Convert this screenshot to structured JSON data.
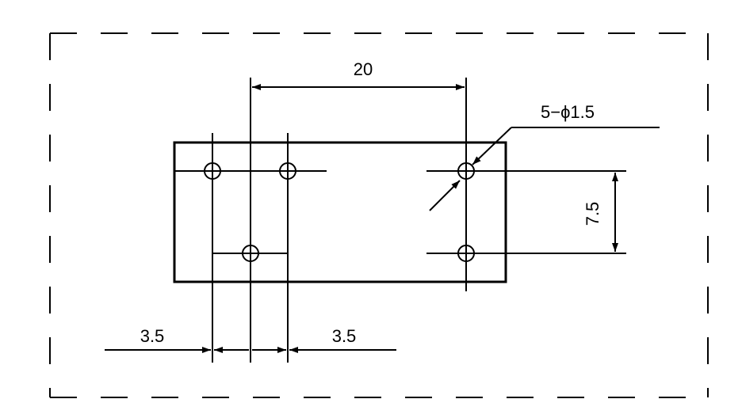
{
  "drawing": {
    "dimensions": {
      "pitch_top": "20",
      "hole_callout": "5−ϕ1.5",
      "pitch_vertical": "7.5",
      "offset_left": "3.5",
      "offset_right": "3.5"
    },
    "hole_count": 5,
    "colors": {
      "line": "#000000",
      "background": "#ffffff"
    }
  }
}
